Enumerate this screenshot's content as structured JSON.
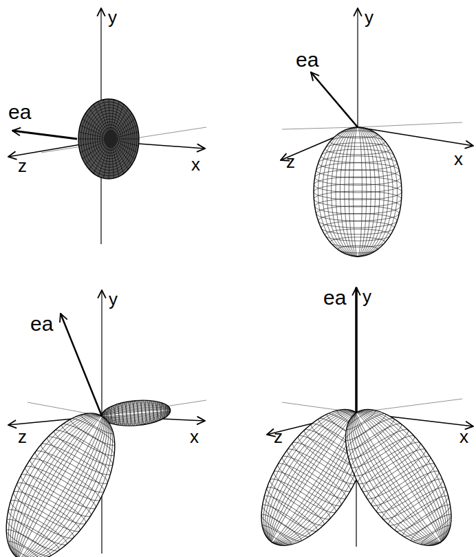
{
  "diagram": {
    "labels": [
      "y",
      "ea",
      "z",
      "x",
      "y",
      "ea",
      "z",
      "x",
      "y",
      "ea",
      "z",
      "x",
      "ea",
      "y",
      "z",
      "x"
    ]
  }
}
